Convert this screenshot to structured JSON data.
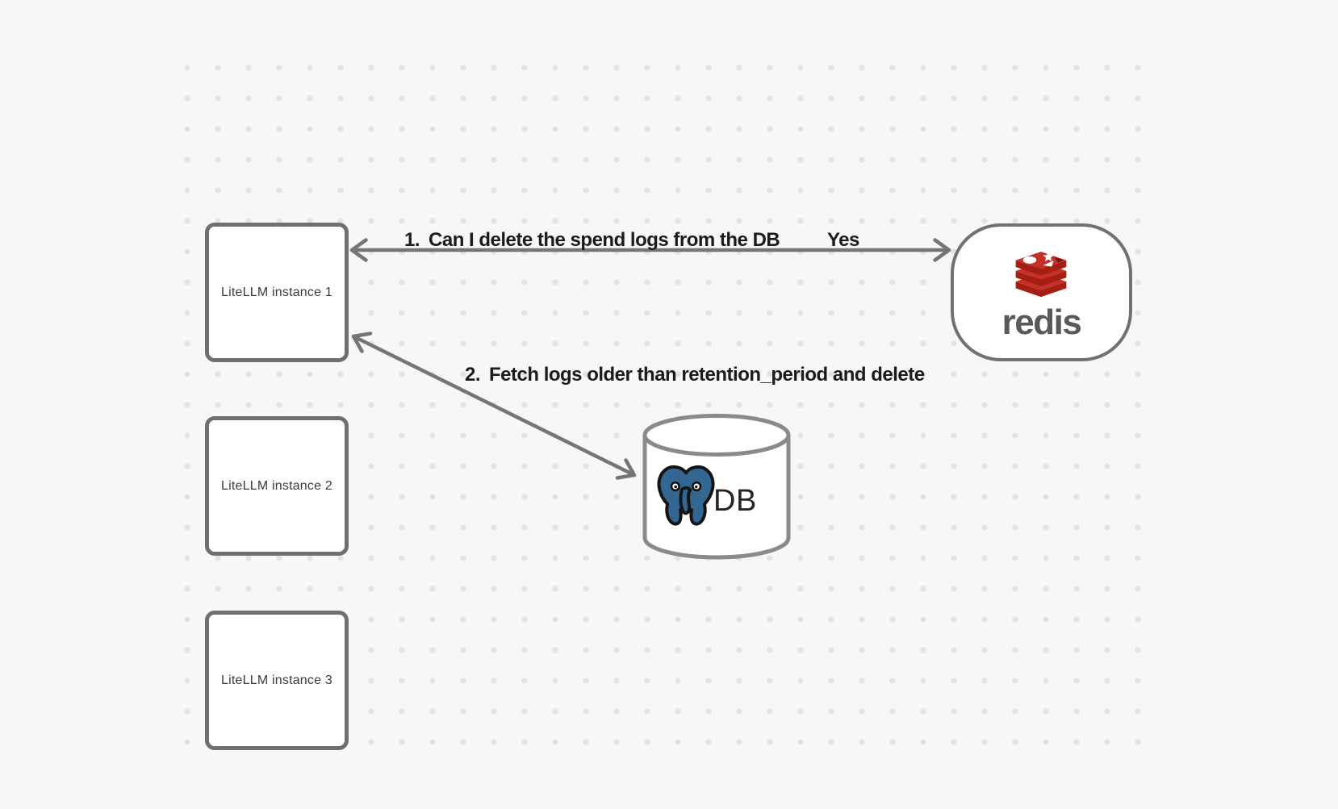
{
  "diagram": {
    "background_color": "#f7f7f7",
    "dot_color": "#e3e3e3",
    "stroke_color": "#757575",
    "caption_color": "#1b1b1b",
    "instances": [
      {
        "label": "LiteLLM instance 1"
      },
      {
        "label": "LiteLLM instance 2"
      },
      {
        "label": "LiteLLM instance 3"
      }
    ],
    "messages": [
      {
        "step": "1.",
        "text": "Can I delete the spend logs from the DB",
        "response": "Yes"
      },
      {
        "step": "2.",
        "text": "Fetch logs older than retention_period and delete"
      }
    ],
    "redis": {
      "wordmark": "redis",
      "logo_red": "#C6302B",
      "logo_red_dark": "#A41E11",
      "wordmark_color": "#58595B"
    },
    "database": {
      "label": "DB",
      "postgres_blue": "#336791"
    }
  }
}
